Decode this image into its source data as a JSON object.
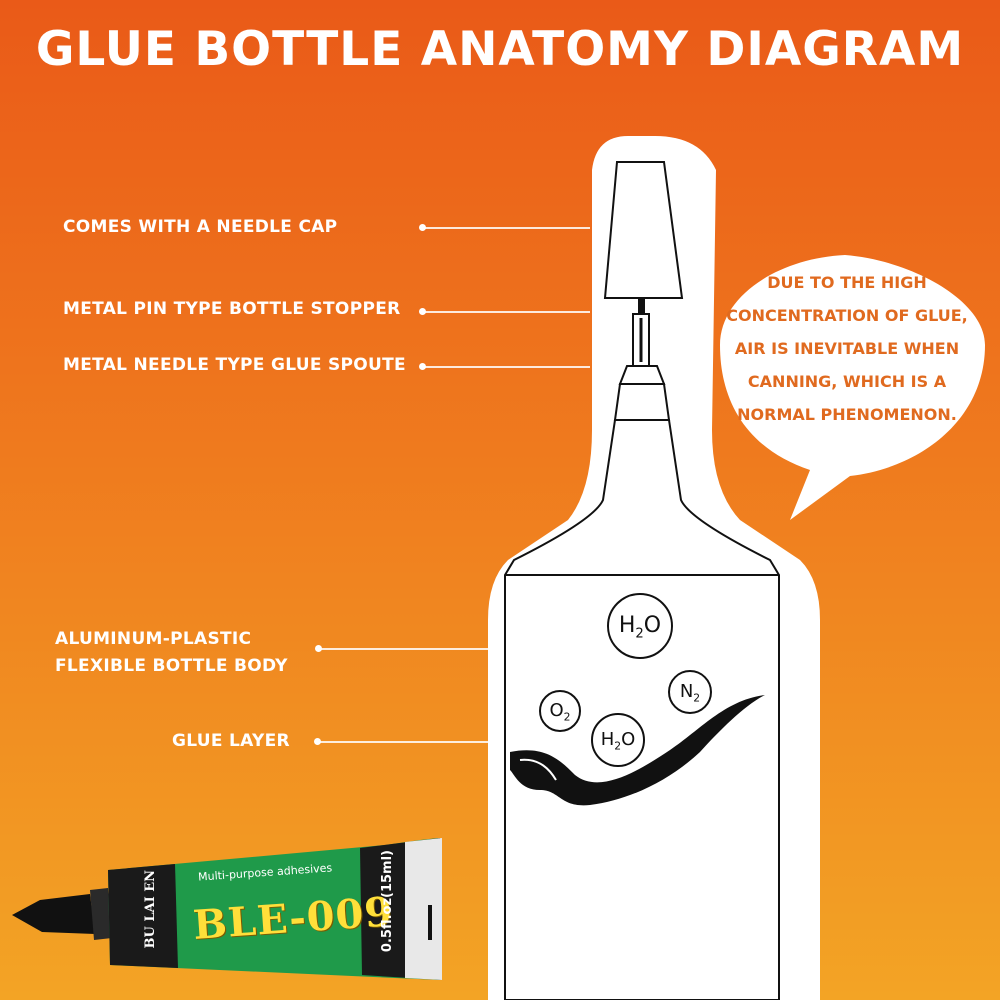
{
  "title": "GLUE BOTTLE ANATOMY DIAGRAM",
  "labels": {
    "needle_cap": "COMES WITH A NEEDLE CAP",
    "stopper": "METAL PIN TYPE BOTTLE STOPPER",
    "spout": "METAL NEEDLE TYPE GLUE SPOUTE",
    "body_line1": "ALUMINUM-PLASTIC",
    "body_line2": "FLEXIBLE BOTTLE BODY",
    "glue_layer": "GLUE LAYER"
  },
  "bubble": {
    "lines": [
      "DUE TO THE HIGH",
      "CONCENTRATION OF GLUE,",
      "AIR IS INEVITABLE WHEN",
      "CANNING, WHICH IS A",
      "NORMAL PHENOMENON."
    ]
  },
  "molecules": [
    {
      "base": "H",
      "sub": "2",
      "tail": "O"
    },
    {
      "base": "O",
      "sub": "2",
      "tail": ""
    },
    {
      "base": "H",
      "sub": "2",
      "tail": "O"
    },
    {
      "base": "N",
      "sub": "2",
      "tail": ""
    }
  ],
  "product": {
    "brand": "BLE-009",
    "maker": "BU LAI EN",
    "type": "Multi-purpose adhesives",
    "volume": "0.5fl.oz(15ml)"
  },
  "colors": {
    "background_top": "#ea5a18",
    "background_bottom": "#f3a425",
    "bubble_text": "#e06a1f",
    "tube_green": "#1f9a4a",
    "brand_yellow": "#ffdf3a"
  }
}
